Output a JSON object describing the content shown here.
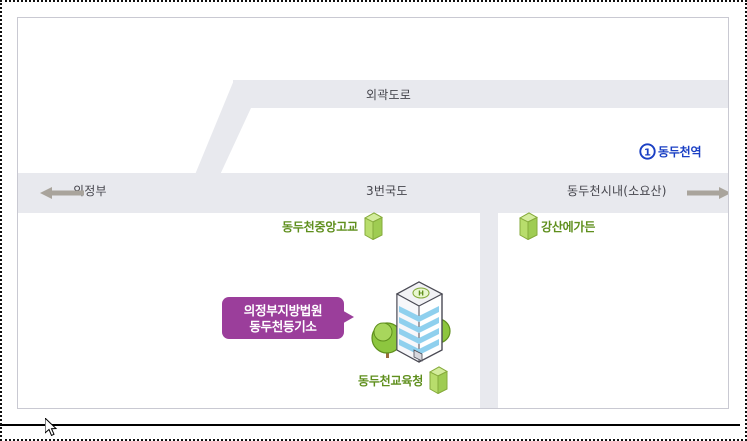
{
  "map": {
    "title_context": "Dongducheon registry office location map",
    "roads": {
      "outer_road_label": "외곽도로",
      "main_road_label": "3번국도",
      "left_direction_label": "의정부",
      "right_direction_label": "동두천시내(소요산)"
    },
    "station": {
      "line_number": "1",
      "name": "동두천역",
      "color": "#1a3fc4"
    },
    "callout": {
      "line1": "의정부지방법원",
      "line2": "동두천등기소",
      "color": "#9b3e9b"
    },
    "pois": [
      {
        "name": "동두천중앙고교",
        "icon": "green-box-icon",
        "icon_side": "right"
      },
      {
        "name": "강산에가든",
        "icon": "green-box-icon",
        "icon_side": "left"
      },
      {
        "name": "동두천교육청",
        "icon": "green-box-icon",
        "icon_side": "right"
      }
    ],
    "colors": {
      "road_fill": "#e8e9ee",
      "poi_text": "#5f8f1d",
      "poi_icon": "#b8dd6c",
      "road_text": "#45454c",
      "arrow": "#a9a49c",
      "frame_border": "#c9c9d2"
    },
    "icons": {
      "left_arrow": "arrow-left-icon",
      "right_arrow": "arrow-right-icon",
      "subway": "subway-line-1-icon",
      "building": "office-building-icon",
      "cursor": "mouse-cursor-icon"
    }
  }
}
